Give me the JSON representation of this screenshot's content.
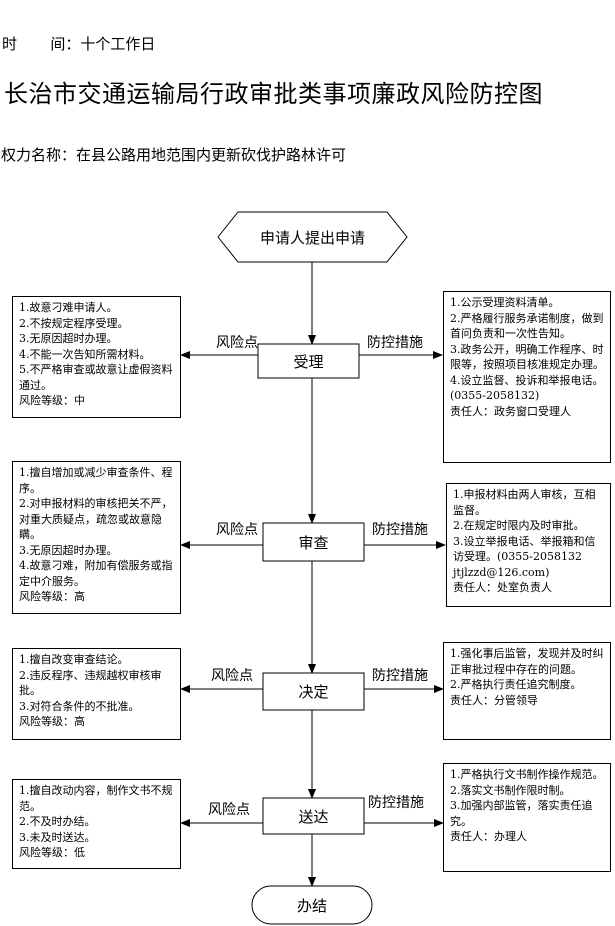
{
  "header": {
    "time_line": "时       间：十个工作日",
    "title": "长治市交通运输局行政审批类事项廉政风险防控图",
    "power_name": "权力名称：在县公路用地范围内更新砍伐护路林许可"
  },
  "flow": {
    "start": "申请人提出申请",
    "end": "办结",
    "risk_label": "风险点",
    "control_label": "防控措施",
    "steps": [
      {
        "name": "受理",
        "risks": [
          "1.故意刁难申请人。",
          "2.不按规定程序受理。",
          "3.无原因超时办理。",
          "4.不能一次告知所需材料。",
          "5.不严格审查或故意让虚假资料通过。",
          "风险等级：中"
        ],
        "controls": [
          "1.公示受理资料清单。",
          "2.严格履行服务承诺制度，做到首问负责和一次性告知。",
          "3.政务公开，明确工作程序、时限等，按照项目核准规定办理。",
          "4.设立监督、投诉和举报电话。(0355-2058132)",
          "责任人：政务窗口受理人"
        ]
      },
      {
        "name": "审查",
        "risks": [
          "1.擅自增加或减少审查条件、程序。",
          "2.对申报材料的审核把关不严，对重大质疑点，疏忽或故意隐瞒。",
          "3.无原因超时办理。",
          "4.故意刁难，附加有偿服务或指定中介服务。",
          "风险等级：高"
        ],
        "controls": [
          "1.申报材料由两人审核，互相监督。",
          "2.在规定时限内及时审批。",
          "3.设立举报电话、举报箱和信访受理。(0355-2058132 jtjlzzd@126.com)",
          "责任人：处室负责人"
        ]
      },
      {
        "name": "决定",
        "risks": [
          "1.擅自改变审查结论。",
          "2.违反程序、违规越权审核审批。",
          "3.对符合条件的不批准。",
          "风险等级：高"
        ],
        "controls": [
          "1.强化事后监管，发现并及时纠正审批过程中存在的问题。",
          "2.严格执行责任追究制度。",
          "责任人：分管领导"
        ]
      },
      {
        "name": "送达",
        "risks": [
          "1.擅自改动内容，制作文书不规范。",
          "2.不及时办结。",
          "3.未及时送达。",
          "风险等级：低"
        ],
        "controls": [
          "1.严格执行文书制作操作规范。",
          "2.落实文书制作限时制。",
          "3.加强内部监管，落实责任追究。",
          "责任人：办理人"
        ]
      }
    ]
  }
}
